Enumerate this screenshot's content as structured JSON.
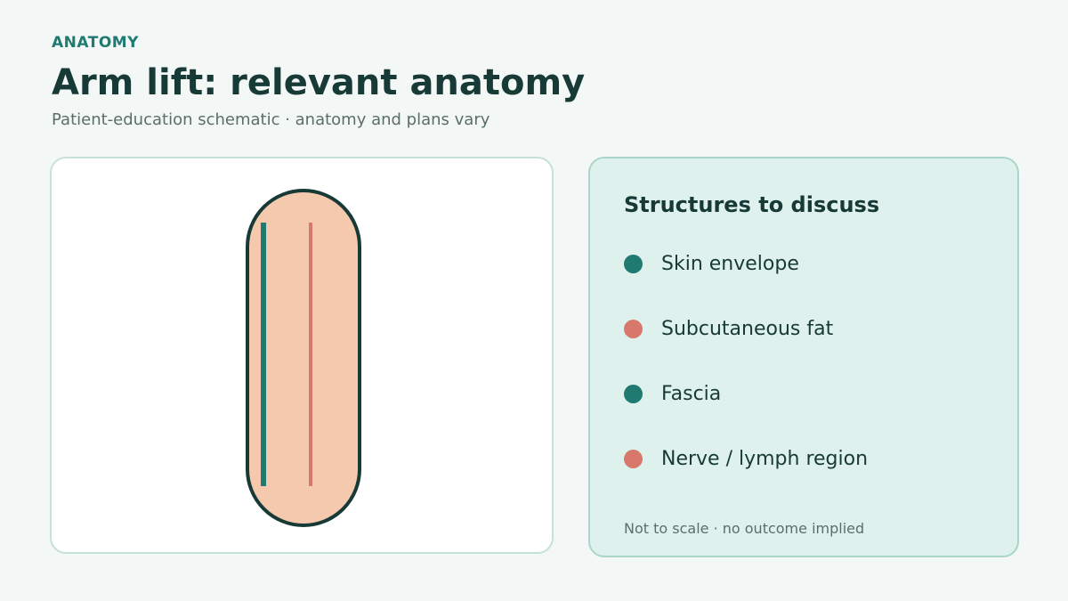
{
  "header": {
    "eyebrow": "ANATOMY",
    "title": "Arm lift: relevant anatomy",
    "subtitle": "Patient-education schematic · anatomy and plans vary"
  },
  "colors": {
    "teal": "#1f7a72",
    "coral": "#d8786a",
    "skin": "#f4c9ae",
    "outline": "#173a36"
  },
  "legend": {
    "title": "Structures to discuss",
    "items": [
      {
        "label": "Skin envelope",
        "color": "#1f7a72"
      },
      {
        "label": "Subcutaneous fat",
        "color": "#d8786a"
      },
      {
        "label": "Fascia",
        "color": "#1f7a72"
      },
      {
        "label": "Nerve / lymph region",
        "color": "#d8786a"
      }
    ],
    "footnote": "Not to scale · no outcome implied"
  }
}
